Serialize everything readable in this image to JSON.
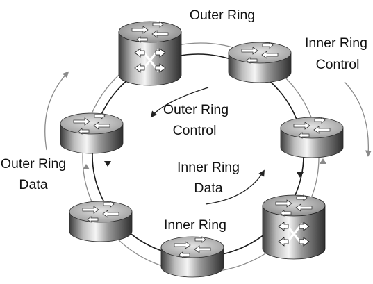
{
  "labels": {
    "outer_ring": "Outer Ring",
    "inner_ring": "Inner Ring",
    "inner_ring_control_1": "Inner Ring",
    "inner_ring_control_2": "Control",
    "outer_ring_control_1": "Outer Ring",
    "outer_ring_control_2": "Control",
    "inner_ring_data_1": "Inner Ring",
    "inner_ring_data_2": "Data",
    "outer_ring_data_1": "Outer Ring",
    "outer_ring_data_2": "Data"
  },
  "nodes": [
    {
      "id": "top-left",
      "type": "switch"
    },
    {
      "id": "top-right",
      "type": "router"
    },
    {
      "id": "right",
      "type": "router"
    },
    {
      "id": "bottom-right",
      "type": "switch"
    },
    {
      "id": "bottom",
      "type": "router"
    },
    {
      "id": "bottom-left",
      "type": "router"
    },
    {
      "id": "left",
      "type": "router"
    }
  ],
  "icons": {
    "router": "router-icon",
    "switch": "switch-icon"
  },
  "colors": {
    "outer_ring_line": "#1a1a1a",
    "inner_ring_line": "#8c8c8c",
    "device_dark": "#3a3a3a",
    "device_light": "#d8d8d8"
  }
}
